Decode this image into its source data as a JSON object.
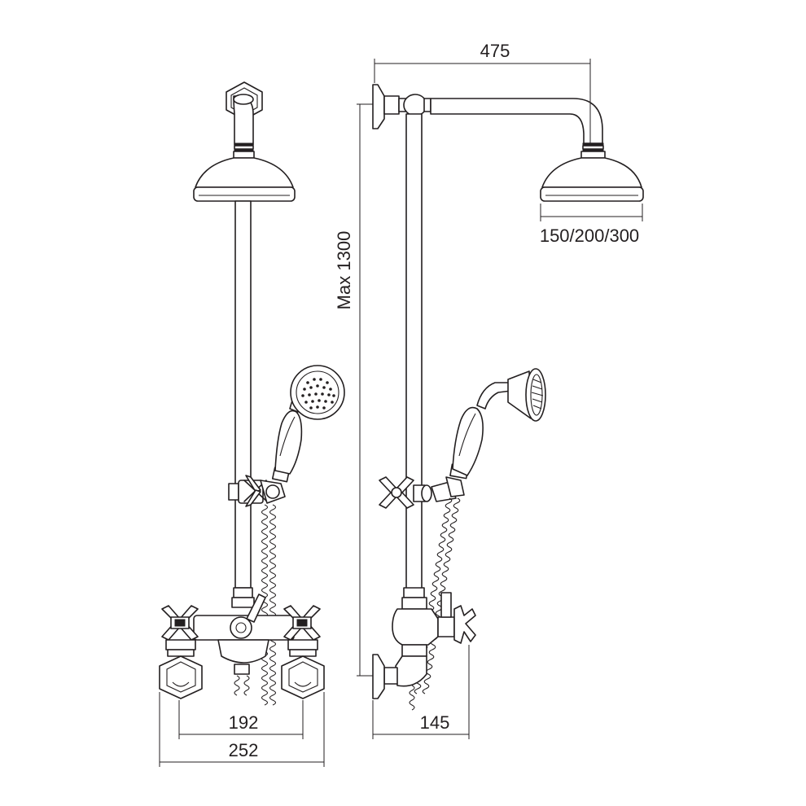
{
  "dimensions": {
    "arm_reach": "475",
    "head_sizes": "150/200/300",
    "max_height": "Max 1300",
    "valve_centres": "192",
    "valve_width": "252",
    "wall_projection": "145"
  },
  "colors": {
    "stroke": "#231f20",
    "background": "#ffffff"
  }
}
